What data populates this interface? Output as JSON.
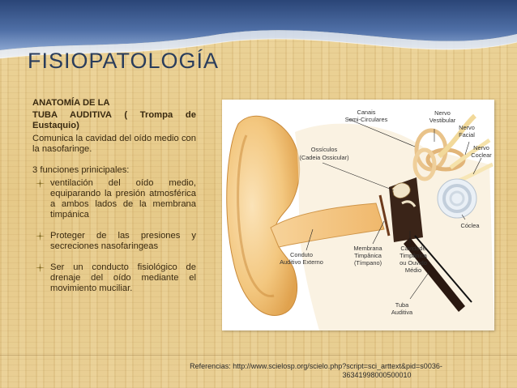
{
  "slide": {
    "title": "FISIOPATOLOGÍA",
    "heading": "ANATOMÍA DE LA",
    "subheading": "TUBA AUDITIVA ( Trompa de Eustaquio)",
    "intro": "Comunica la cavidad del oído medio con la nasofaringe.",
    "functions_title": "3 funciones prinicipales:",
    "functions": [
      "ventilación del oído medio, equiparando la presión atmosférica a ambos lados de la membrana timpánica",
      "Proteger de las presiones y secreciones nasofaringeas",
      "Ser un conducto fisiológico de drenaje del oído mediante el movimiento muciliar."
    ],
    "bullet_icon": "leaf-cross-bullet-icon",
    "reference_line1": "Referencias: http://www.scielosp.org/scielo.php?script=sci_arttext&pid=s0036-",
    "reference_line2": "36341998000500010"
  },
  "figure": {
    "image": "ear-anatomy-illustration",
    "labels": {
      "canais1": "Canais",
      "canais2": "Semi-Circulares",
      "nervo_vest1": "Nervo",
      "nervo_vest2": "Vestibular",
      "nervo_facial1": "Nervo",
      "nervo_facial2": "Facial",
      "ossiculos1": "Ossículos",
      "ossiculos2": "(Cadeia Ossicular)",
      "nervo_coclear1": "Nervo",
      "nervo_coclear2": "Coclear",
      "coclea": "Cóclea",
      "conduto1": "Conduto",
      "conduto2": "Auditivo Externo",
      "membrana1": "Membrana",
      "membrana2": "Timpânica",
      "membrana3": "(Tímpano)",
      "cavidade1": "Cavidade",
      "cavidade2": "Timpânica",
      "cavidade3": "ou Ouvido",
      "cavidade4": "Médio",
      "tuba1": "Tuba",
      "tuba2": "Auditiva"
    }
  },
  "colors": {
    "title": "#2a3d5c",
    "banner_dark": "#2f4d7e",
    "banner_light": "#9bb4d9",
    "background": "#e9cf8f"
  }
}
